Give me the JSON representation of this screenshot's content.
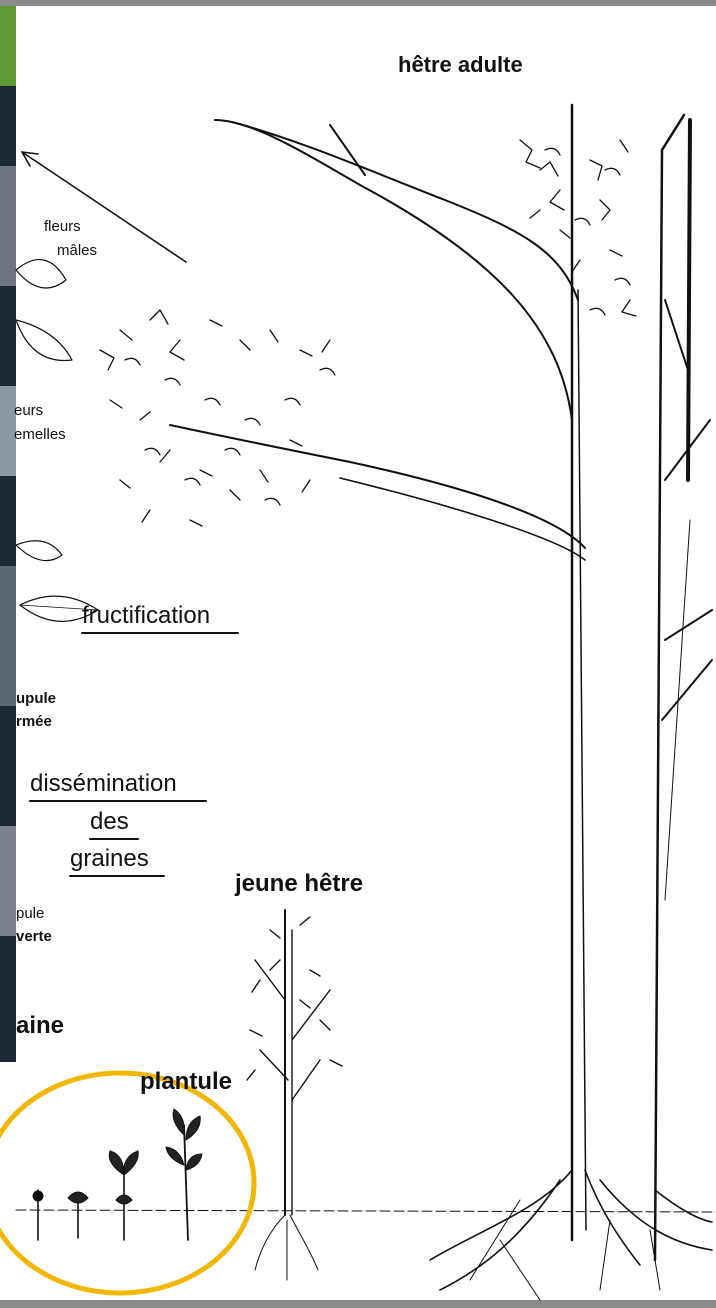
{
  "labels": {
    "adult_beech": "hêtre adulte",
    "male_flowers_1": "fleurs",
    "male_flowers_2": "mâles",
    "female_flowers_1": "eurs",
    "female_flowers_2": "emelles",
    "fructification": "fructification",
    "cupule_closed_1": "upule",
    "cupule_closed_2": "rmée",
    "dissemination_1": "dissémination",
    "dissemination_2": "des",
    "dissemination_3": "graines",
    "young_beech": "jeune hêtre",
    "cupule_open_1": "pule",
    "cupule_open_2": "verte",
    "seed": "aine",
    "seedling": "plantule"
  },
  "colors": {
    "highlight_ellipse": "#f2b705",
    "ink": "#111111",
    "photo_green": "#4f8a2e",
    "photo_dark": "#1d2633"
  }
}
